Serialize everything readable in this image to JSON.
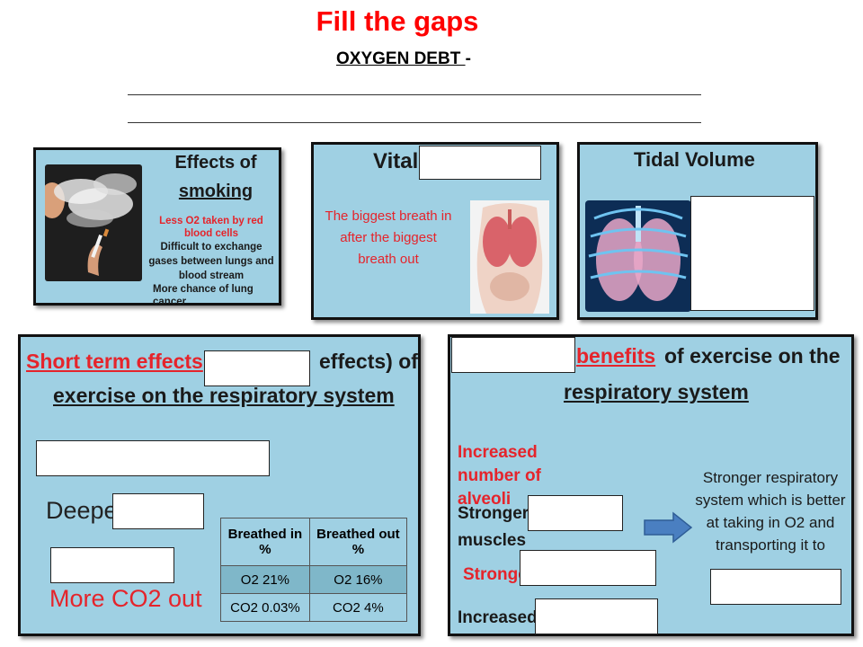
{
  "header": {
    "title": "Fill the gaps",
    "subtitle_underlined": "OXYGEN DEBT ",
    "subtitle_dash": "-"
  },
  "smoking": {
    "title_line1": "Effects of",
    "title_line2": "smoking",
    "point1": "Less O2 taken by red blood cells",
    "point2": "Difficult to exchange gases between lungs and blood stream",
    "point3": "More chance of lung cancer"
  },
  "vital": {
    "title": "Vital",
    "description": "The biggest breath in after the biggest breath out"
  },
  "tidal": {
    "title": "Tidal Volume"
  },
  "short_term": {
    "title_red": "Short term effects",
    "title_black_a": "effects) of",
    "title_black_b": "exercise on the respiratory system",
    "deeper": "Deeper",
    "more_co2": "More CO2 out",
    "table": {
      "headers": [
        "Breathed in %",
        "Breathed out %"
      ],
      "rows": [
        [
          "O2 21%",
          "O2 16%"
        ],
        [
          "CO2 0.03%",
          "CO2 4%"
        ]
      ]
    }
  },
  "long_term": {
    "title_red": "benefits",
    "title_black_a": "of exercise on the",
    "title_black_b": "respiratory system",
    "alveoli": "Increased number of alveoli",
    "muscles": "Stronger muscles",
    "stronger": "Stronger",
    "increased": "Increased",
    "outcome": "Stronger respiratory system which is better at taking in O2 and transporting it to"
  },
  "colors": {
    "panel_bg": "#9fd0e3",
    "accent_red": "#e5242b",
    "arrow_blue": "#4a7fc1"
  }
}
